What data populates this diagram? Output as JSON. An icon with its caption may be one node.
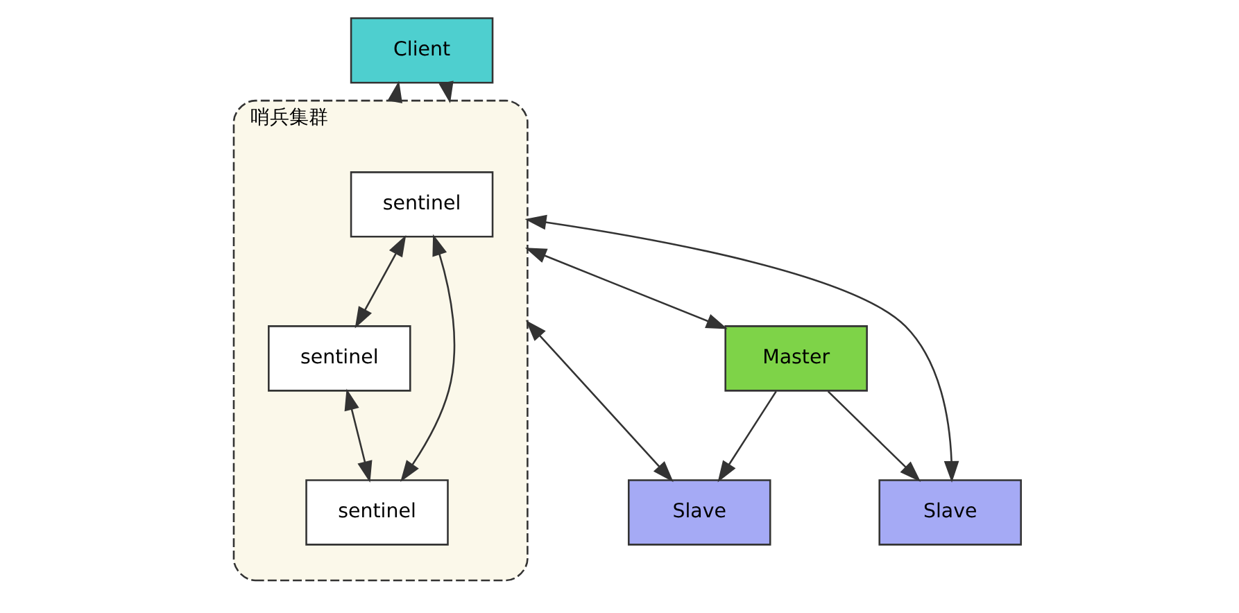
{
  "diagram": {
    "nodes": [
      {
        "text": [
          "Client"
        ]
      },
      {
        "text": [
          "哨兵集群"
        ]
      },
      {
        "text": [
          "sentinel"
        ],
        "in": 1
      },
      {
        "text": [
          "sentinel"
        ],
        "in": 1
      },
      {
        "text": [
          "sentinel"
        ],
        "in": 1
      },
      {
        "text": [
          "Master"
        ]
      },
      {
        "text": [
          "Slave"
        ]
      },
      {
        "text": [
          "Slave"
        ]
      }
    ],
    "edges": [
      {
        "from": 0,
        "to": 1,
        "arrow": "to"
      },
      {
        "from": 1,
        "to": 0,
        "arrow": "to"
      },
      {
        "from": 2,
        "to": 3,
        "arrow": "both"
      },
      {
        "from": 2,
        "to": 4,
        "arrow": "both"
      },
      {
        "from": 3,
        "to": 4,
        "arrow": "both"
      },
      {
        "from": 1,
        "to": 5,
        "arrow": "both"
      },
      {
        "from": 1,
        "to": 6,
        "arrow": "both"
      },
      {
        "from": 1,
        "to": 7,
        "arrow": "both"
      },
      {
        "from": 5,
        "to": 6,
        "arrow": "to"
      },
      {
        "from": 5,
        "to": 7,
        "arrow": "to"
      }
    ]
  }
}
